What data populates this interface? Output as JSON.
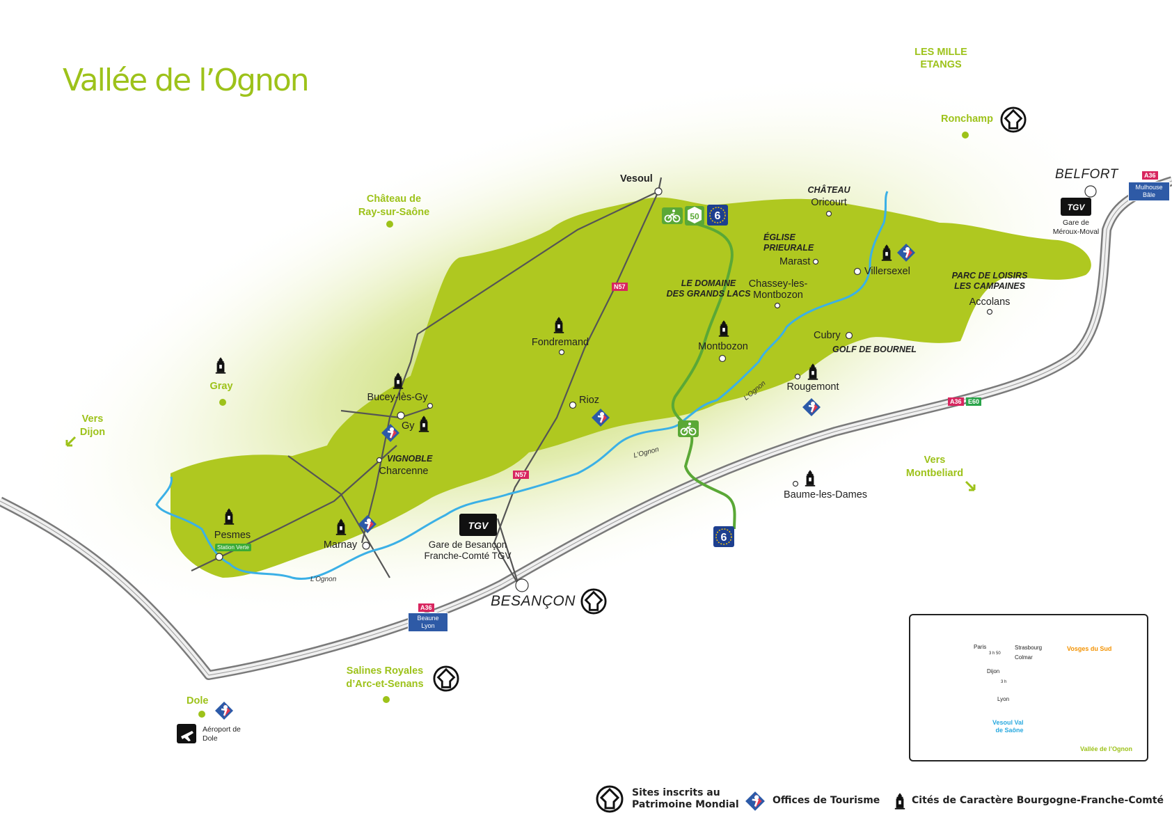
{
  "title": "Vallée de l’Ognon",
  "labels": {
    "les_mille_etangs": [
      "LES MILLE",
      "ETANGS"
    ],
    "ronchamp": "Ronchamp",
    "belfort": "BELFORT",
    "mulhouse": [
      "Mulhouse",
      "Bâle"
    ],
    "gare_meroux": [
      "Gare de",
      "Méroux-Moval"
    ],
    "vesoul": "Vesoul",
    "chateau_ray": [
      "Château de",
      "Ray-sur-Saône"
    ],
    "chateau_oricourt_head": "CHÂTEAU",
    "oricourt": "Oricourt",
    "eglise": [
      "ÉGLISE",
      "PRIEURALE"
    ],
    "marast": "Marast",
    "villersexel": "Villersexel",
    "parc": [
      "PARC DE LOISIRS",
      "LES CAMPAINES"
    ],
    "accolans": "Accolans",
    "domaine": [
      "LE DOMAINE",
      "DES GRANDS LACS"
    ],
    "chassey": [
      "Chassey-les-",
      "Montbozon"
    ],
    "cubry": "Cubry",
    "golf": "GOLF DE BOURNEL",
    "fondremand": "Fondremand",
    "montbozon": "Montbozon",
    "rougemont": "Rougemont",
    "gray": "Gray",
    "vers_dijon": [
      "Vers",
      "Dijon"
    ],
    "bucey": "Bucey-lès-Gy",
    "gy": "Gy",
    "rioz": "Rioz",
    "vignoble": "VIGNOBLE",
    "charcenne": "Charcenne",
    "vers_montbeliard": [
      "Vers",
      "Montbeliard"
    ],
    "baume": "Baume-les-Dames",
    "pesmes": "Pesmes",
    "station_verte": "Station Verte",
    "marnay": "Marnay",
    "gare_besancon": [
      "Gare de Besançon",
      "Franche-Comté TGV"
    ],
    "besancon": "BESANÇON",
    "beaune": [
      "Beaune",
      "Lyon"
    ],
    "salines": [
      "Salines Royales",
      "d’Arc-et-Senans"
    ],
    "dole": "Dole",
    "aeroport": [
      "Aéroport de",
      "Dole"
    ],
    "l_ognon_1": "L’Ognon",
    "l_ognon_2": "L’Ognon",
    "l_ognon_3": "L’Ognon"
  },
  "roads": {
    "a36": "A36",
    "n57": "N57",
    "e60": "E60",
    "route50": "50",
    "eurovelo": "6",
    "tgv": "TGV"
  },
  "inset": {
    "paris": "Paris",
    "strasbourg": "Strasbourg",
    "colmar": "Colmar",
    "dijon": "Dijon",
    "lyon": "Lyon",
    "t1": "3 h 50",
    "t2": "3 h",
    "vosges": "Vosges du Sud",
    "vesoul_val": [
      "Vesoul Val",
      "de Saône"
    ],
    "vallee": "Vallée de l’Ognon"
  },
  "legend": {
    "unesco": [
      "Sites inscrits au",
      "Patrimoine Mondial"
    ],
    "offices": "Offices de Tourisme",
    "cites": "Cités de Caractère Bourgogne-Franche-Comté"
  },
  "colors": {
    "accent": "#9dc21a",
    "river": "#3bb0e6",
    "cycle": "#5aa836",
    "highway": "#999999",
    "road": "#555555"
  }
}
